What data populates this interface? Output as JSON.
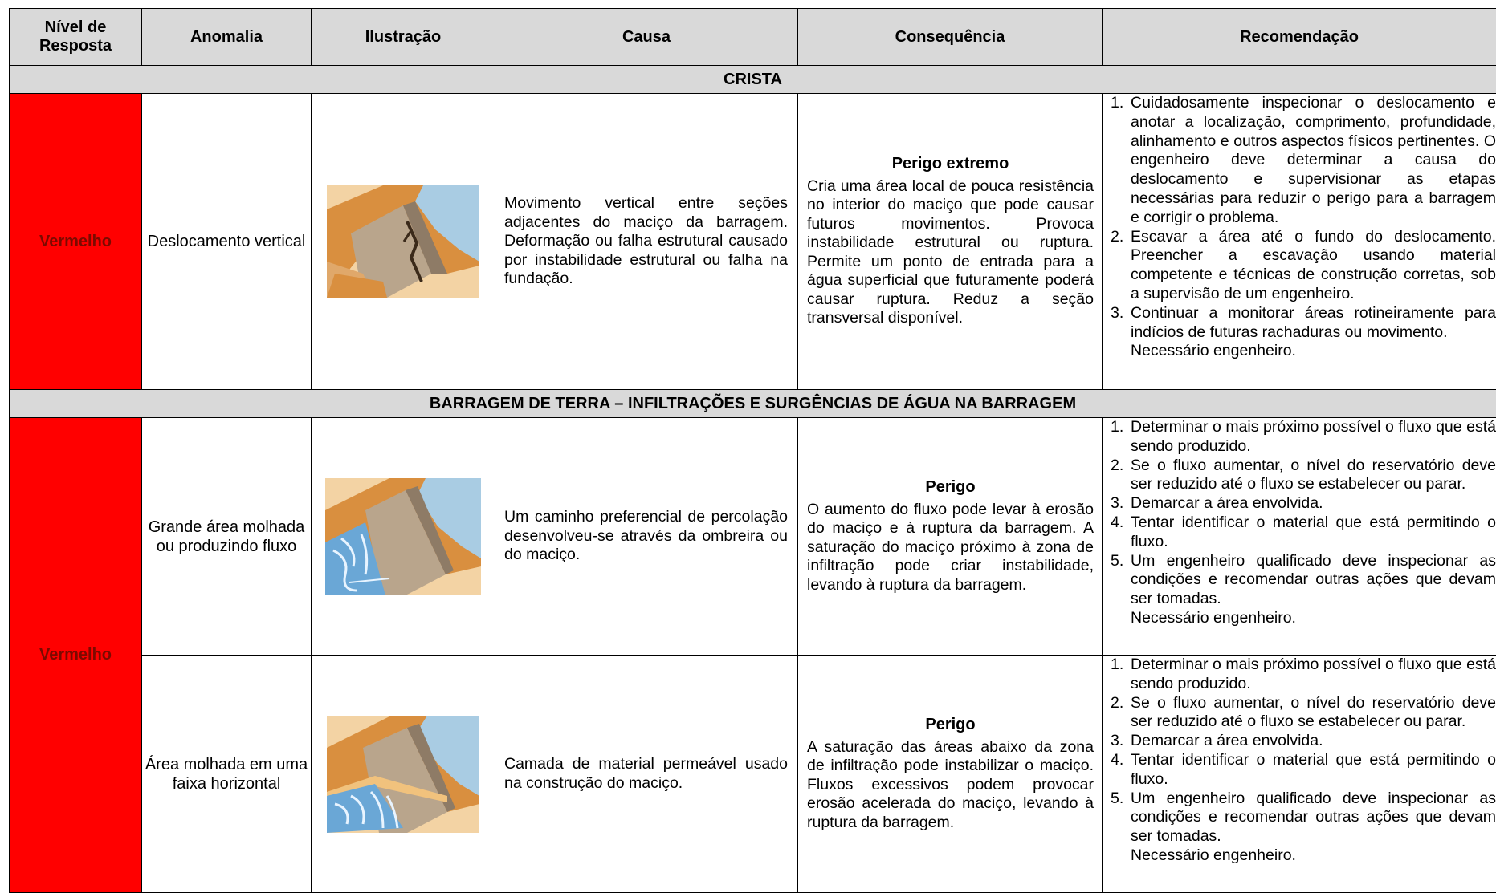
{
  "headers": {
    "level": "Nível de Resposta",
    "anomaly": "Anomalia",
    "illustration": "Ilustração",
    "cause": "Causa",
    "consequence": "Consequência",
    "recommendation": "Recomendação"
  },
  "sections": [
    {
      "title": "CRISTA",
      "level": "Vermelho",
      "rows": [
        {
          "anomaly": "Deslocamento vertical",
          "illustration_icon": "dam-vertical-displacement-illustration",
          "cause": "Movimento vertical entre seções adjacentes do maciço da barragem. Deformação ou falha estrutural causado por instabilidade estrutural ou falha na fundação.",
          "consequence_title": "Perigo extremo",
          "consequence": "Cria uma área local de pouca resistência no interior do maciço que pode causar futuros movimentos. Provoca instabilidade estrutural ou ruptura. Permite um ponto de entrada para a água superficial que futuramente poderá causar ruptura. Reduz a seção transversal disponível.",
          "recommendations": [
            "Cuidadosamente inspecionar o deslocamento e anotar a localização, comprimento, profundidade, alinhamento e outros aspectos físicos pertinentes. O engenheiro deve determinar a causa do deslocamento e supervisionar as etapas necessárias para reduzir o perigo para a barragem e corrigir o problema.",
            "Escavar a área até o fundo do deslocamento. Preencher a escavação usando material competente e técnicas de construção corretas, sob a supervisão de um engenheiro.",
            "Continuar a monitorar áreas rotineiramente para indícios de futuras rachaduras ou movimento."
          ],
          "note": "Necessário engenheiro."
        }
      ]
    },
    {
      "title": "BARRAGEM DE TERRA – INFILTRAÇÕES E SURGÊNCIAS DE ÁGUA NA BARRAGEM",
      "level": "Vermelho",
      "rows": [
        {
          "anomaly": "Grande área molhada ou produzindo fluxo",
          "illustration_icon": "dam-seepage-flow-illustration",
          "cause": "Um caminho preferencial de percolação desenvolveu-se através da ombreira ou do maciço.",
          "consequence_title": "Perigo",
          "consequence": "O aumento do fluxo pode levar à erosão do maciço e à ruptura da barragem. A saturação do maciço próximo à zona de infiltração pode criar instabilidade, levando à ruptura da barragem.",
          "recommendations": [
            "Determinar o mais próximo possível o fluxo que está sendo produzido.",
            "Se o fluxo aumentar, o nível do reservatório deve ser reduzido até o fluxo se estabelecer ou parar.",
            "Demarcar a área envolvida.",
            "Tentar identificar o material que está permitindo o fluxo.",
            "Um engenheiro qualificado deve inspecionar as condições e recomendar outras ações que devam ser tomadas."
          ],
          "note": "Necessário engenheiro."
        },
        {
          "anomaly": "Área molhada em uma faixa horizontal",
          "illustration_icon": "dam-horizontal-wet-band-illustration",
          "cause": "Camada de material permeável usado na construção do maciço.",
          "consequence_title": "Perigo",
          "consequence": "A saturação das áreas abaixo da zona de infiltração pode instabilizar o maciço. Fluxos excessivos podem provocar erosão acelerada do maciço, levando à ruptura da barragem.",
          "recommendations": [
            "Determinar o mais próximo possível o fluxo que está sendo produzido.",
            "Se o fluxo aumentar, o nível do reservatório deve ser reduzido até o fluxo se estabelecer ou parar.",
            "Demarcar a área envolvida.",
            "Tentar identificar o material que está permitindo o fluxo.",
            "Um engenheiro qualificado deve inspecionar as condições e recomendar outras ações que devam ser tomadas."
          ],
          "note": "Necessário engenheiro."
        }
      ]
    }
  ]
}
